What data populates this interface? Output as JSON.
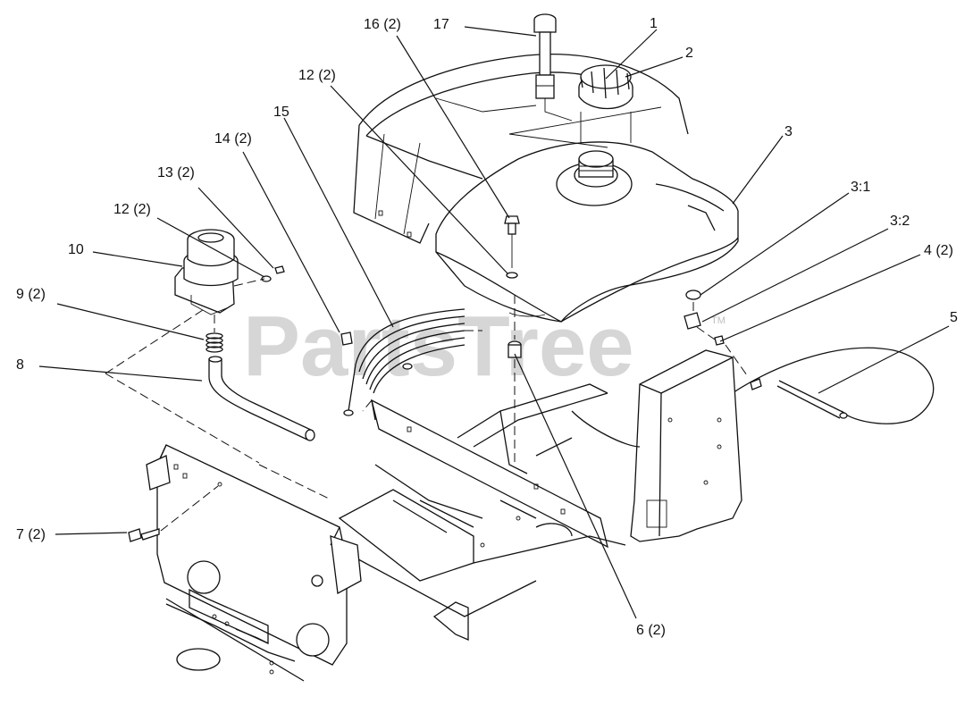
{
  "watermark": {
    "text": "PartsTree",
    "trademark": "TM"
  },
  "callouts": [
    {
      "id": "c1",
      "text": "1"
    },
    {
      "id": "c2",
      "text": "2"
    },
    {
      "id": "c3",
      "text": "3"
    },
    {
      "id": "c31",
      "text": "3:1"
    },
    {
      "id": "c32",
      "text": "3:2"
    },
    {
      "id": "c4",
      "text": "4 (2)"
    },
    {
      "id": "c5",
      "text": "5"
    },
    {
      "id": "c6",
      "text": "6 (2)"
    },
    {
      "id": "c7",
      "text": "7 (2)"
    },
    {
      "id": "c8",
      "text": "8"
    },
    {
      "id": "c9",
      "text": "9 (2)"
    },
    {
      "id": "c10",
      "text": "10"
    },
    {
      "id": "c12a",
      "text": "12 (2)"
    },
    {
      "id": "c12b",
      "text": "12 (2)"
    },
    {
      "id": "c13",
      "text": "13 (2)"
    },
    {
      "id": "c14",
      "text": "14 (2)"
    },
    {
      "id": "c15",
      "text": "15"
    },
    {
      "id": "c16",
      "text": "16 (2)"
    },
    {
      "id": "c17",
      "text": "17"
    }
  ]
}
